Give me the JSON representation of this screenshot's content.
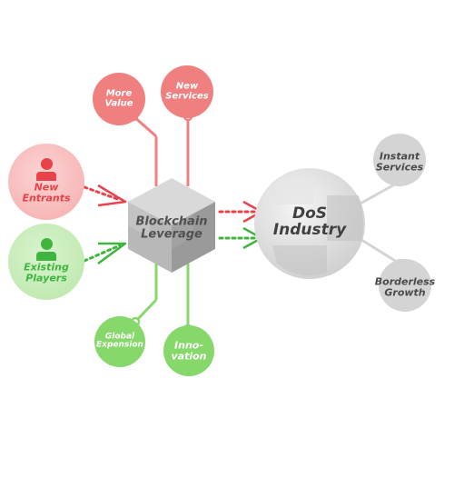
{
  "hub": {
    "line1": "Blockchain",
    "line2": "Leverage"
  },
  "target": {
    "line1": "DoS",
    "line2": "Industry"
  },
  "top_nodes": [
    {
      "line1": "More",
      "line2": "Value"
    },
    {
      "line1": "New",
      "line2": "Services"
    }
  ],
  "bottom_nodes": [
    {
      "line1": "Global",
      "line2": "Expension"
    },
    {
      "line1": "Inno-",
      "line2": "vation"
    }
  ],
  "left_nodes": [
    {
      "line1": "New",
      "line2": "Entrants"
    },
    {
      "line1": "Existing",
      "line2": "Players"
    }
  ],
  "right_nodes": [
    {
      "line1": "Instant",
      "line2": "Services"
    },
    {
      "line1": "Borderless",
      "line2": "Growth"
    }
  ],
  "colors": {
    "red": "#f08080",
    "red_dark": "#e8424a",
    "green": "#86d86a",
    "green_dark": "#3fb53f",
    "grey": "#d4d4d4",
    "grey_dark": "#8e8e8e"
  }
}
